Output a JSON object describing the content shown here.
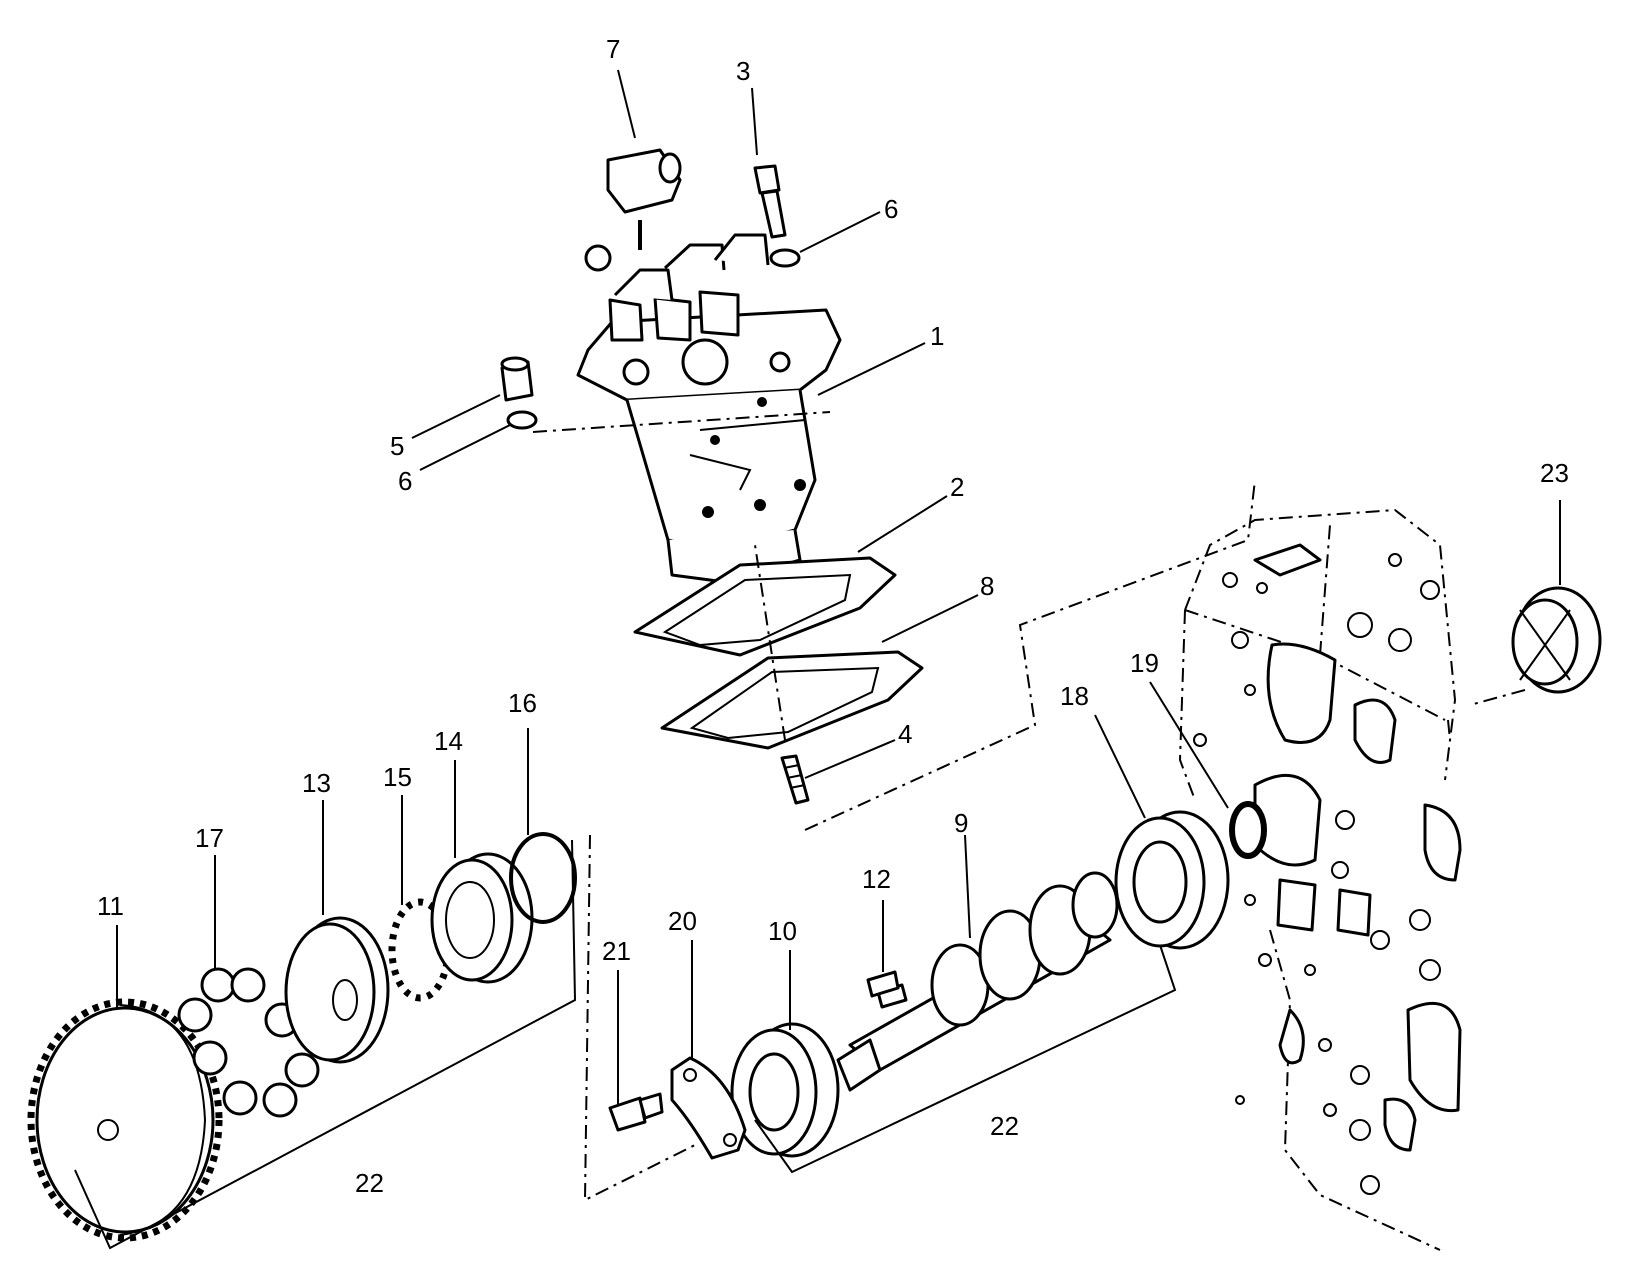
{
  "callouts": [
    {
      "id": "c1",
      "text": "1"
    },
    {
      "id": "c2",
      "text": "2"
    },
    {
      "id": "c3",
      "text": "3"
    },
    {
      "id": "c4",
      "text": "4"
    },
    {
      "id": "c5",
      "text": "5"
    },
    {
      "id": "c6a",
      "text": "6"
    },
    {
      "id": "c6b",
      "text": "6"
    },
    {
      "id": "c7",
      "text": "7"
    },
    {
      "id": "c8",
      "text": "8"
    },
    {
      "id": "c9",
      "text": "9"
    },
    {
      "id": "c10",
      "text": "10"
    },
    {
      "id": "c11",
      "text": "11"
    },
    {
      "id": "c12",
      "text": "12"
    },
    {
      "id": "c13",
      "text": "13"
    },
    {
      "id": "c14",
      "text": "14"
    },
    {
      "id": "c15",
      "text": "15"
    },
    {
      "id": "c16",
      "text": "16"
    },
    {
      "id": "c17",
      "text": "17"
    },
    {
      "id": "c18",
      "text": "18"
    },
    {
      "id": "c19",
      "text": "19"
    },
    {
      "id": "c20",
      "text": "20"
    },
    {
      "id": "c21",
      "text": "21"
    },
    {
      "id": "c22a",
      "text": "22"
    },
    {
      "id": "c22b",
      "text": "22"
    },
    {
      "id": "c23",
      "text": "23"
    }
  ]
}
